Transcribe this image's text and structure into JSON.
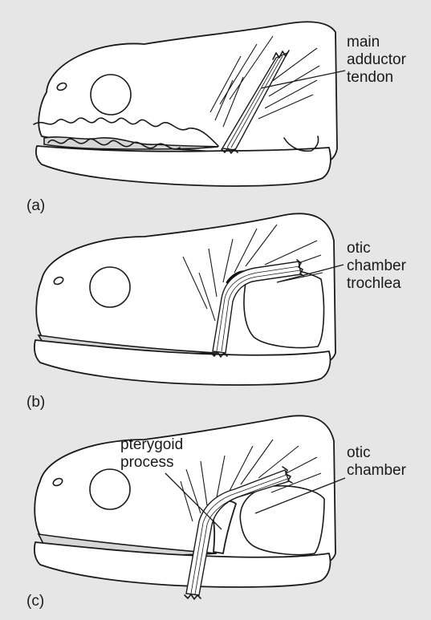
{
  "panels": [
    {
      "letter": "(a)",
      "labels": [
        "main",
        "adductor",
        "tendon"
      ]
    },
    {
      "letter": "(b)",
      "labels": [
        "otic",
        "chamber",
        "trochlea"
      ]
    },
    {
      "letter": "(c)",
      "labels_left": [
        "pterygoid",
        "process"
      ],
      "labels_right": [
        "otic",
        "chamber"
      ]
    }
  ],
  "colors": {
    "background": "#e6e6e6",
    "jaw_gap": "#d6d6d6",
    "ink": "#1a1a1a"
  }
}
